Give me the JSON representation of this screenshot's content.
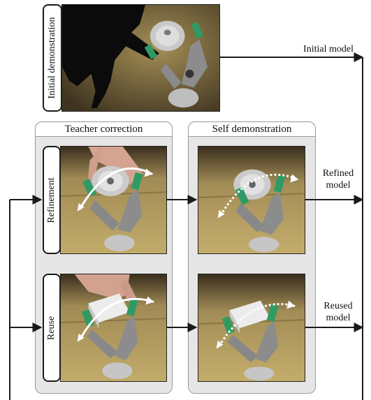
{
  "rows": {
    "initial": {
      "label": "Initial demonstration",
      "model_label": "Initial model"
    },
    "refinement": {
      "label": "Refinement",
      "model_label": "Refined\nmodel"
    },
    "reuse": {
      "label": "Reuse",
      "model_label": "Reused\nmodel"
    }
  },
  "groups": {
    "teacher": {
      "title": "Teacher correction"
    },
    "self": {
      "title": "Self demonstration"
    }
  },
  "colors": {
    "line": "#1a1a1a",
    "group_fill": "#e6e6e6",
    "group_border": "#9a9a9a",
    "wood": "#b8a160",
    "dark_bg": "#2a2114",
    "robot_green": "#2f9b64"
  }
}
